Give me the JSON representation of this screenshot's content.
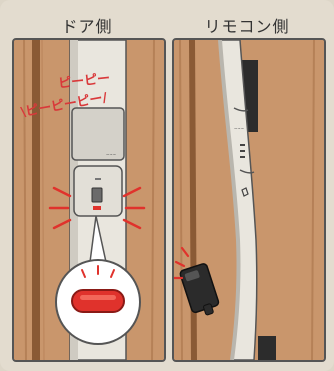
{
  "panels": {
    "door": {
      "title": "ドア側"
    },
    "remote": {
      "title": "リモコン側"
    }
  },
  "door_sfx": {
    "line1": "ピーピー",
    "line2": "\\ピーピーピー/"
  },
  "colors": {
    "wood": "#c9966c",
    "wood_dark": "#b57e55",
    "lock_body": "#e9e6de",
    "lock_shadow": "#b9b6ae",
    "alarm_red": "#e0322c",
    "text_red": "#d9383a",
    "remote_body": "#2b2b2b"
  }
}
